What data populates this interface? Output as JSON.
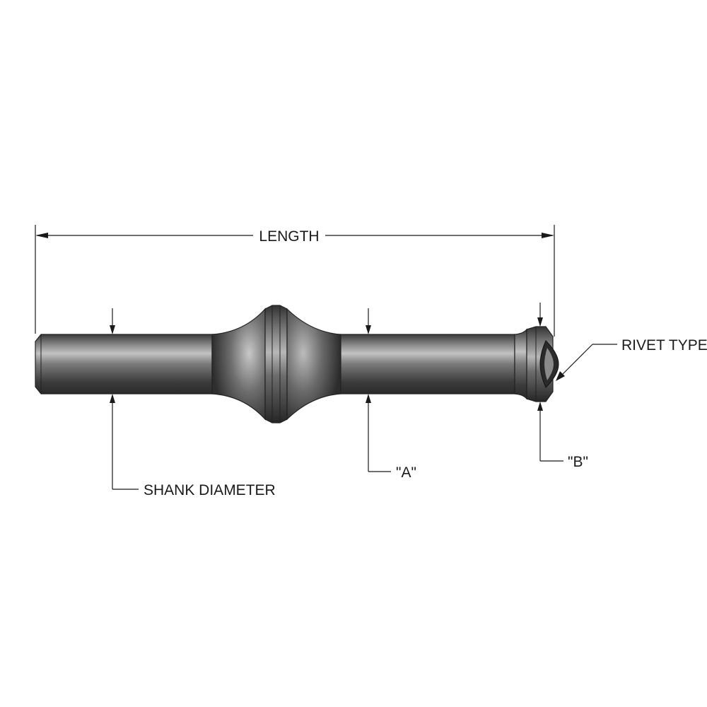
{
  "labels": {
    "length": "LENGTH",
    "rivet_type": "RIVET TYPE",
    "a": "\"A\"",
    "b": "\"B\"",
    "shank_diameter": "SHANK DIAMETER"
  },
  "colors": {
    "metal_dark": "#2e2e2e",
    "metal_mid": "#6a6a6a",
    "metal_light": "#b4b4b4",
    "line": "#1a1a1a",
    "background": "#ffffff"
  }
}
